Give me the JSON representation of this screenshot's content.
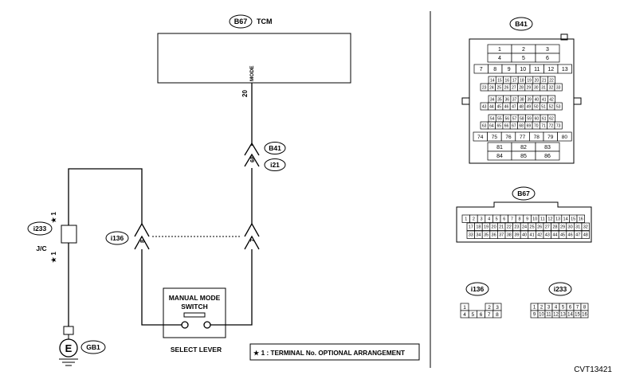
{
  "diagram": {
    "tcm": {
      "connector": "B67",
      "name": "TCM",
      "terminal_label": "MODE",
      "terminal_no": "20"
    },
    "connector_b41_i21": {
      "top": "B41",
      "bottom": "i21",
      "terminal_no": "68"
    },
    "connector_i136_left": {
      "name": "i136",
      "terminal_no": "8"
    },
    "connector_i136_right": {
      "terminal_no": "7"
    },
    "jc": {
      "connector": "i233",
      "label": "J/C",
      "star_top": "★ 1",
      "star_bottom": "★ 1"
    },
    "ground": {
      "symbol": "E",
      "name": "GB1"
    },
    "switch": {
      "line1": "MANUAL MODE",
      "line2": "SWITCH",
      "caption": "SELECT LEVER"
    },
    "note": {
      "text": "★ 1  : TERMINAL No. OPTIONAL ARRANGEMENT"
    }
  },
  "connectors": {
    "b41": {
      "name": "B41",
      "rows": [
        [
          "1",
          "2",
          "3"
        ],
        [
          "4",
          "5",
          "6"
        ],
        [
          "7",
          "8",
          "9",
          "10",
          "11",
          "12",
          "13"
        ],
        [
          "14",
          "15",
          "16",
          "17",
          "18",
          "19",
          "20",
          "21",
          "22"
        ],
        [
          "23",
          "24",
          "25",
          "26",
          "27",
          "28",
          "29",
          "30",
          "31",
          "32",
          "33"
        ],
        [
          "34",
          "35",
          "36",
          "37",
          "38",
          "39",
          "40",
          "41",
          "42"
        ],
        [
          "43",
          "44",
          "45",
          "46",
          "47",
          "48",
          "49",
          "50",
          "51",
          "52",
          "53"
        ],
        [
          "54",
          "55",
          "56",
          "57",
          "58",
          "59",
          "60",
          "61",
          "62"
        ],
        [
          "63",
          "64",
          "65",
          "66",
          "67",
          "68",
          "69",
          "70",
          "71",
          "72",
          "73"
        ],
        [
          "74",
          "75",
          "76",
          "77",
          "78",
          "79",
          "80"
        ],
        [
          "81",
          "82",
          "83"
        ],
        [
          "84",
          "85",
          "86"
        ]
      ]
    },
    "b67": {
      "name": "B67",
      "rows": [
        [
          "1",
          "2",
          "3",
          "4",
          "5",
          "6",
          "7",
          "8",
          "9",
          "10",
          "11",
          "12",
          "13",
          "14",
          "15",
          "16"
        ],
        [
          "17",
          "18",
          "19",
          "20",
          "21",
          "22",
          "23",
          "24",
          "25",
          "26",
          "27",
          "28",
          "29",
          "30",
          "31",
          "32"
        ],
        [
          "33",
          "34",
          "35",
          "36",
          "37",
          "38",
          "39",
          "40",
          "41",
          "42",
          "43",
          "44",
          "45",
          "46",
          "47",
          "48"
        ]
      ]
    },
    "i136": {
      "name": "i136",
      "rows": [
        [
          "1",
          "2",
          "3"
        ],
        [
          "4",
          "5",
          "6",
          "7",
          "8"
        ]
      ]
    },
    "i233": {
      "name": "i233",
      "rows": [
        [
          "1",
          "2",
          "3",
          "4",
          "5",
          "6",
          "7",
          "8"
        ],
        [
          "9",
          "10",
          "11",
          "12",
          "13",
          "14",
          "15",
          "16"
        ]
      ]
    }
  },
  "code": "CVT13421"
}
